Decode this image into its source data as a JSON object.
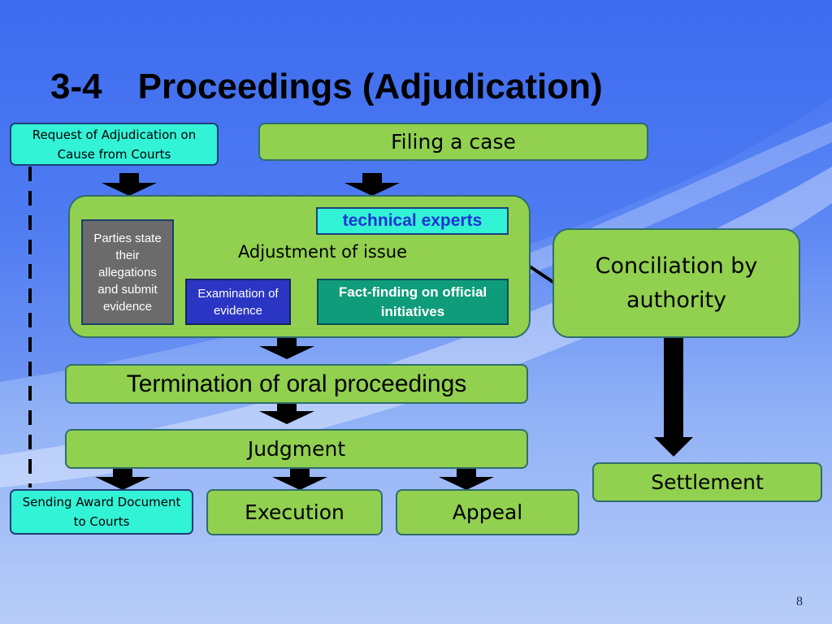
{
  "slide": {
    "title": "3-4  Proceedings (Adjudication)",
    "page_number": "8"
  },
  "nodes": {
    "request": "Request of Adjudication on Cause from Courts",
    "filing": "Filing a case",
    "technical_experts": "technical experts",
    "adjustment": "Adjustment of issue",
    "parties": "Parties state their allegations and submit evidence",
    "examination": "Examination of evidence",
    "fact_finding": "Fact-finding on official initiatives",
    "conciliation": "Conciliation by authority",
    "termination": "Termination of oral proceedings",
    "judgment": "Judgment",
    "settlement": "Settlement",
    "sending": "Sending Award Document to Courts",
    "execution": "Execution",
    "appeal": "Appeal"
  },
  "colors": {
    "box_green": "#92d050",
    "box_cyan": "#33f3d7",
    "technical_text": "#1f35d4",
    "parties_bg": "#6b6b6b",
    "examination_bg": "#2b35c4",
    "fact_bg": "#0e9c7a"
  }
}
